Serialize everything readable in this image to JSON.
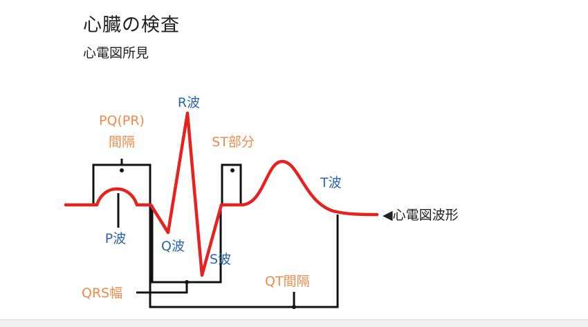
{
  "header": {
    "title": "心臓の検査",
    "subtitle": "心電図所見"
  },
  "labels": {
    "pq_line1": "PQ(PR)",
    "pq_line2": "間隔",
    "r_wave": "R波",
    "st_segment": "ST部分",
    "t_wave": "T波",
    "p_wave": "P波",
    "q_wave": "Q波",
    "s_wave": "S波",
    "qrs_width": "QRS幅",
    "qt_interval": "QT間隔",
    "waveform": "◀心電図波形"
  },
  "colors": {
    "wave": "#e82020",
    "interval_label": "#f08a4b",
    "wave_label": "#2a64ae",
    "bracket": "#111111",
    "text": "#222222"
  }
}
